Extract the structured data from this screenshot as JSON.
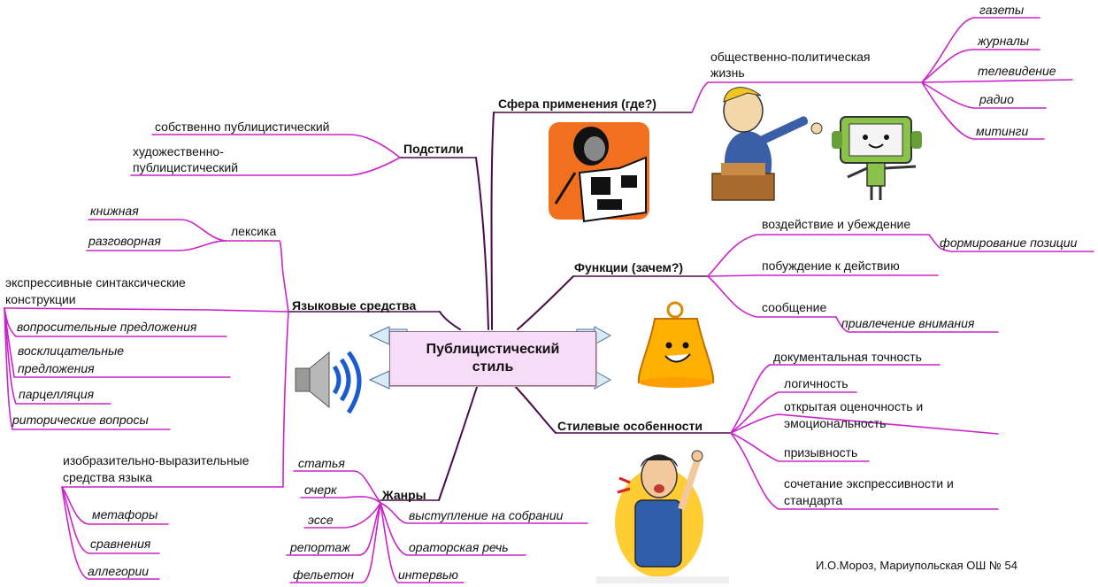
{
  "center": {
    "line1": "Публицистический",
    "line2": "стиль"
  },
  "branches": {
    "sfera": {
      "title": "Сфера применения (где?)",
      "node": "общественно-политическая",
      "node2": "жизнь",
      "items": [
        "газеты",
        "журналы",
        "телевидение",
        "радио",
        "митинги"
      ]
    },
    "podstili": {
      "title": "Подстили",
      "items": [
        "собственно публицистический",
        "художественно-",
        "публицистический"
      ]
    },
    "funktsii": {
      "title": "Функции (зачем?)",
      "items": [
        "воздействие и убеждение",
        "побуждение к действию",
        "сообщение"
      ],
      "sub1": "формирование позиции",
      "sub2": "привлечение внимания"
    },
    "yazyk": {
      "title": "Языковые средства",
      "leksika": "лексика",
      "leksika_items": [
        "книжная",
        "разговорная"
      ],
      "synt1": "экспрессивные синтаксические",
      "synt2": "конструкции",
      "synt_items": [
        "вопросительные предложения",
        "восклицательные",
        "предложения",
        "парцелляция",
        "риторические вопросы"
      ],
      "izobr1": "изобразительно-выразительные",
      "izobr2": "средства языка",
      "izobr_items": [
        "метафоры",
        "сравнения",
        "аллегории"
      ]
    },
    "stil": {
      "title": "Стилевые особенности",
      "items": [
        "документальная точность",
        "логичность",
        "открытая оценочность и",
        "эмоциональность",
        "призывность",
        "сочетание экспрессивности и",
        "стандарта"
      ]
    },
    "zhanry": {
      "title": "Жанры",
      "left_items": [
        "статья",
        "очерк",
        "эссе",
        "репортаж",
        "фельетон"
      ],
      "right_items": [
        "выступление на собрании",
        "ораторская речь",
        "интервью"
      ]
    }
  },
  "footer": "И.О.Мороз, Мариупольская ОШ № 54",
  "colors": {
    "branch": "#c000c0",
    "dark_branch": "#400040",
    "center_fill": "#f7dcf7"
  }
}
